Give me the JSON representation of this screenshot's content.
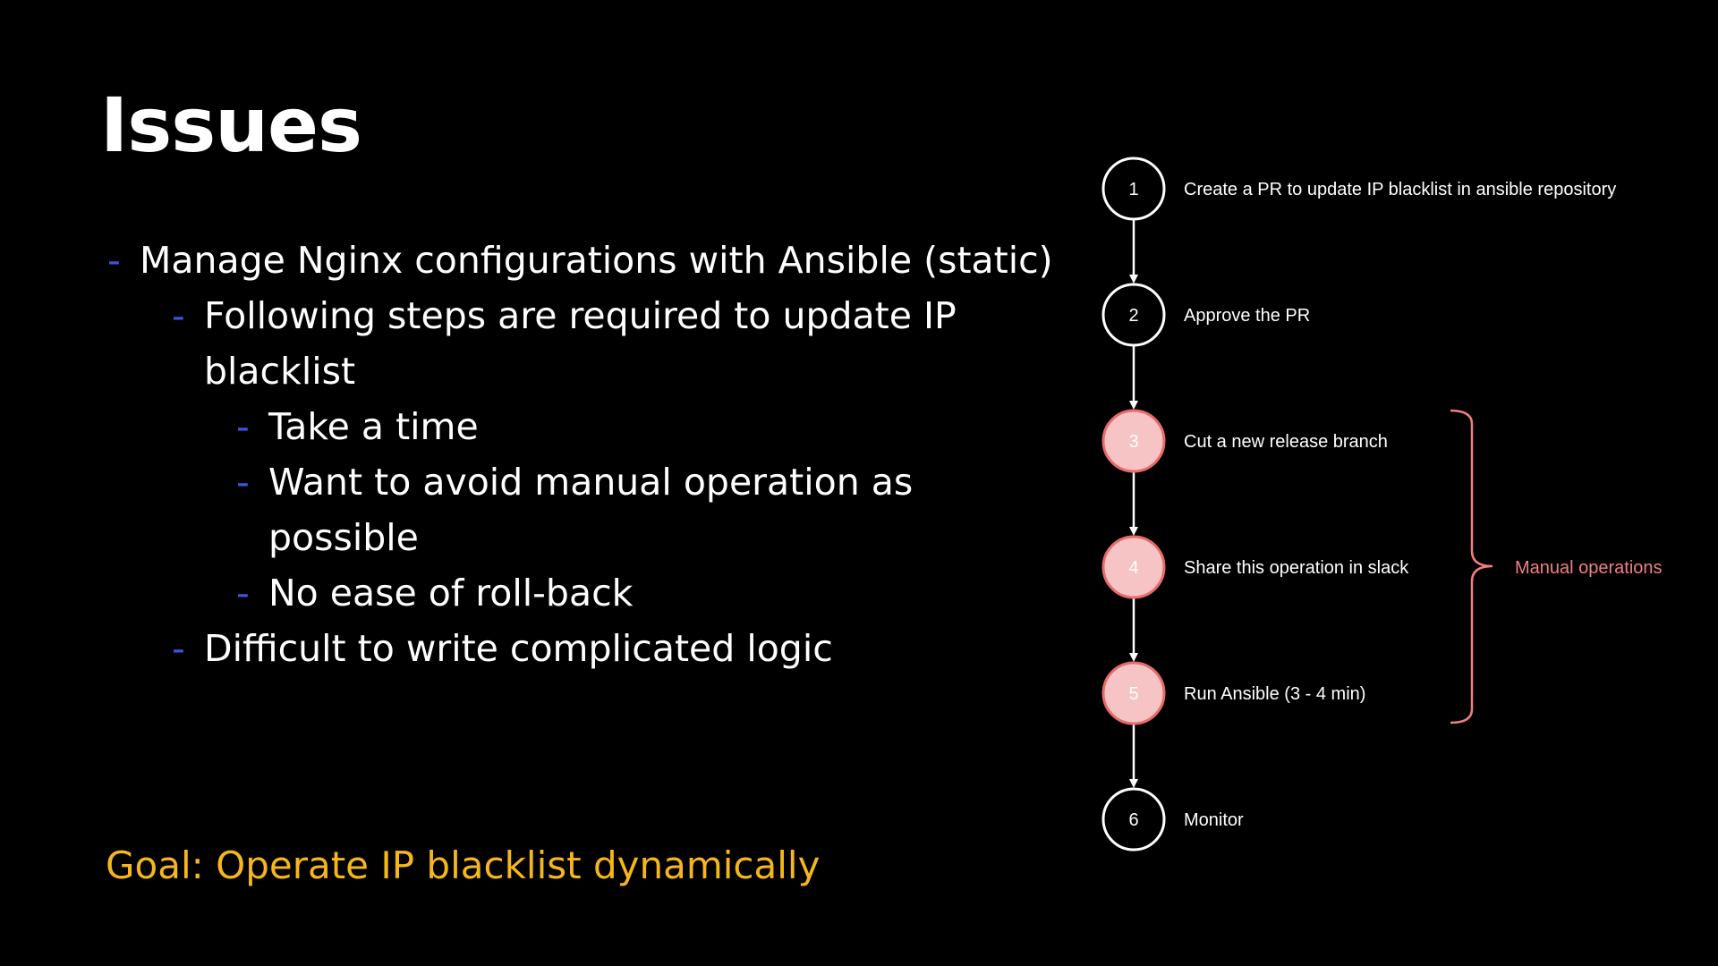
{
  "slide": {
    "title": "Issues",
    "bullets": [
      {
        "level": 0,
        "text": "Manage Nginx configurations with Ansible (static)"
      },
      {
        "level": 1,
        "text": "Following steps are required to update IP"
      },
      {
        "level": 1,
        "text": "blacklist",
        "continuation": true
      },
      {
        "level": 2,
        "text": "Take a time"
      },
      {
        "level": 2,
        "text": "Want to avoid manual operation as"
      },
      {
        "level": 2,
        "text": "possible",
        "continuation": true
      },
      {
        "level": 2,
        "text": "No ease of roll-back"
      },
      {
        "level": 1,
        "text": "Difficult to write complicated logic"
      }
    ],
    "bullet_marker": "-",
    "goal": "Goal: Operate IP blacklist dynamically"
  },
  "flow": {
    "steps": [
      {
        "number": "1",
        "label": "Create a PR to update IP blacklist in ansible repository",
        "manual": false
      },
      {
        "number": "2",
        "label": "Approve the PR",
        "manual": false
      },
      {
        "number": "3",
        "label": "Cut a new release branch",
        "manual": true
      },
      {
        "number": "4",
        "label": "Share this operation in slack",
        "manual": true
      },
      {
        "number": "5",
        "label": "Run Ansible (3 - 4 min)",
        "manual": true
      },
      {
        "number": "6",
        "label": "Monitor",
        "manual": false
      }
    ],
    "brace_label": "Manual operations"
  },
  "colors": {
    "background": "#000000",
    "text": "#ffffff",
    "bullet_marker": "#3a55e0",
    "goal": "#f6b71c",
    "manual_fill": "#f6c4c4",
    "manual_stroke": "#e86a6a",
    "brace": "#f08080"
  }
}
